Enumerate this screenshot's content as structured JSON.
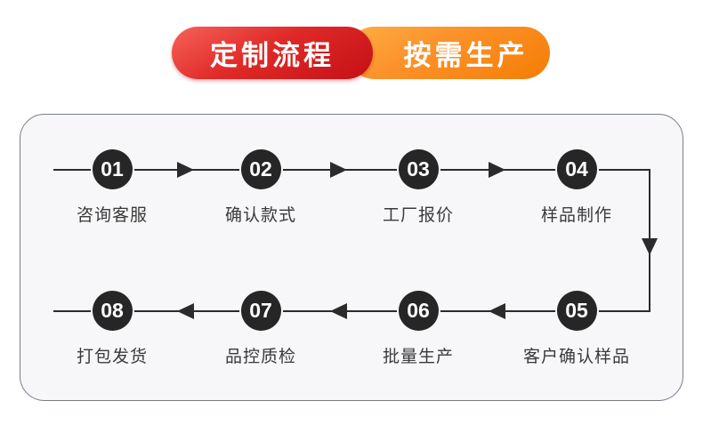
{
  "banner": {
    "left_label": "定制流程",
    "right_label": "按需生产",
    "left_color": "#d2181b",
    "right_color": "#f57d05"
  },
  "flow": {
    "line_color": "#2b2b2b",
    "circle_color": "#262626",
    "card_background": "#f7f7f9",
    "steps": [
      {
        "num": "01",
        "label": "咨询客服"
      },
      {
        "num": "02",
        "label": "确认款式"
      },
      {
        "num": "03",
        "label": "工厂报价"
      },
      {
        "num": "04",
        "label": "样品制作"
      },
      {
        "num": "05",
        "label": "客户确认样品"
      },
      {
        "num": "06",
        "label": "批量生产"
      },
      {
        "num": "07",
        "label": "品控质检"
      },
      {
        "num": "08",
        "label": "打包发货"
      }
    ]
  }
}
